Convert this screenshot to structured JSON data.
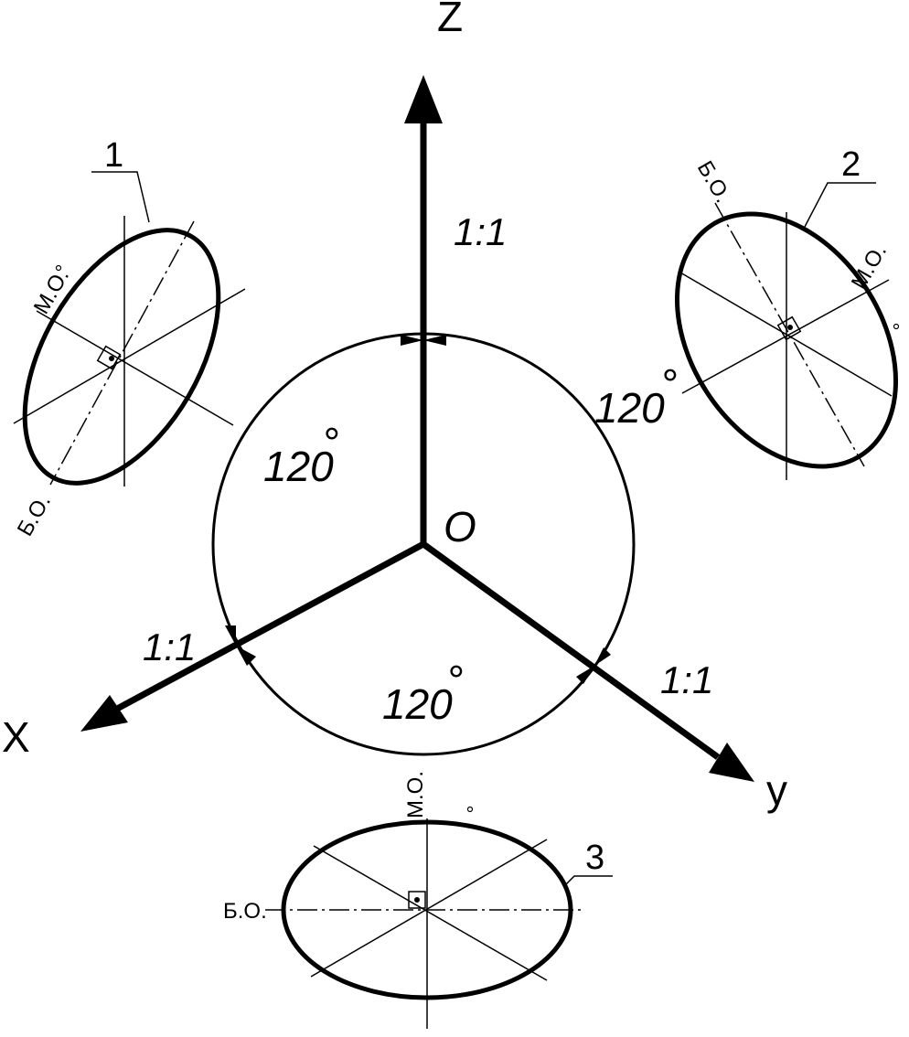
{
  "axes": {
    "z_label": "Z",
    "x_label": "X",
    "y_label": "y",
    "origin_label": "O"
  },
  "scales": {
    "z": "1:1",
    "x": "1:1",
    "y": "1:1"
  },
  "angles": {
    "left": "120",
    "right": "120",
    "bottom": "120",
    "degree_symbol": "°"
  },
  "ellipses": {
    "e1": {
      "number": "1",
      "major_axis": "Б.О.",
      "minor_axis": "М.О."
    },
    "e2": {
      "number": "2",
      "major_axis": "Б.О.",
      "minor_axis": "М.О."
    },
    "e3": {
      "number": "3",
      "major_axis": "Б.О.",
      "minor_axis": "М.О."
    }
  },
  "colors": {
    "stroke": "#000000",
    "background": "#ffffff"
  }
}
